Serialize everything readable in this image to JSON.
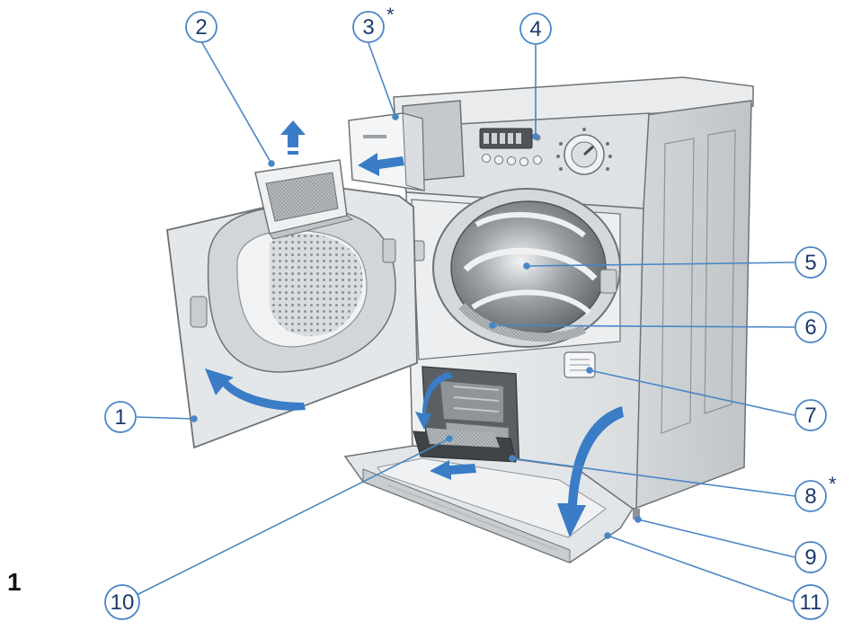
{
  "figure": {
    "number": "1"
  },
  "colors": {
    "callout_stroke": "#4a86c5",
    "callout_text": "#1b3a6b",
    "arrow_blue": "#3a7cc6",
    "appliance_light": "#e6e8ea",
    "appliance_mid": "#cfd3d6",
    "appliance_dark": "#a9aeb2",
    "outline": "#6d7276"
  },
  "callouts": [
    {
      "label": "1",
      "star": ""
    },
    {
      "label": "2",
      "star": ""
    },
    {
      "label": "3",
      "star": "*"
    },
    {
      "label": "4",
      "star": ""
    },
    {
      "label": "5",
      "star": ""
    },
    {
      "label": "6",
      "star": ""
    },
    {
      "label": "7",
      "star": ""
    },
    {
      "label": "8",
      "star": "*"
    },
    {
      "label": "9",
      "star": ""
    },
    {
      "label": "10",
      "star": ""
    },
    {
      "label": "11",
      "star": ""
    }
  ]
}
